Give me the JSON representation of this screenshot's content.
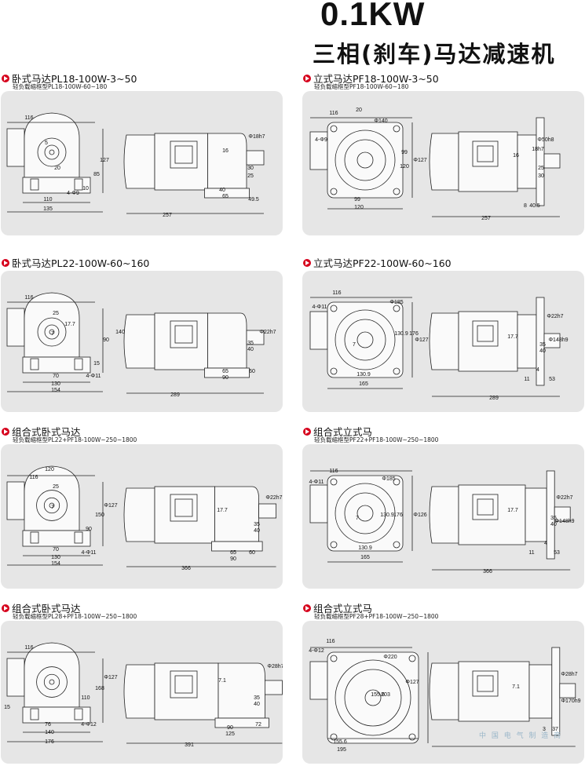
{
  "header": {
    "power": "0.1KW",
    "title": "三相(刹车)马达减速机"
  },
  "sections": [
    {
      "title": "卧式马达PL18-100W-3~50",
      "subtitle": "轻负载缩框型PL18-100W-60~180",
      "dims": [
        "116",
        "5",
        "20",
        "110",
        "135",
        "127",
        "85",
        "10",
        "4-Φ9",
        "257",
        "16",
        "40",
        "65",
        "49.5",
        "Φ18h7",
        "30",
        "25"
      ]
    },
    {
      "title": "立式马达PF18-100W-3~50",
      "subtitle": "轻负载缩框型PF18-100W-60~180",
      "dims": [
        "116",
        "20",
        "Φ140",
        "4-Φ9",
        "99",
        "120",
        "99",
        "120",
        "Φ127",
        "257",
        "40.5",
        "8",
        "30",
        "25",
        "18h7",
        "16",
        "Φ50h8"
      ]
    },
    {
      "title": "卧式马达PL22-100W-60~160",
      "subtitle": "",
      "dims": [
        "116",
        "25",
        "7",
        "17.7",
        "70",
        "130",
        "154",
        "90",
        "140",
        "15",
        "4-Φ11",
        "289",
        "65",
        "90",
        "60",
        "35",
        "40",
        "Φ22h7"
      ]
    },
    {
      "title": "立式马达PF22-100W-60~160",
      "subtitle": "",
      "dims": [
        "116",
        "4-Φ11",
        "Φ185",
        "7",
        "130.9",
        "165",
        "130.9",
        "176",
        "Φ127",
        "289",
        "17.7",
        "11",
        "4",
        "53",
        "35",
        "40",
        "Φ22h7",
        "Φ148h9"
      ]
    },
    {
      "title": "组合式卧式马达",
      "subtitle": "轻负载缩框型PL22+PF18-100W~250~1800",
      "dims": [
        "120",
        "116",
        "25",
        "7",
        "70",
        "130",
        "154",
        "90",
        "150",
        "4-Φ11",
        "Φ127",
        "366",
        "65",
        "90",
        "60",
        "35",
        "40",
        "Φ22h7",
        "17.7"
      ]
    },
    {
      "title": "组合式立式马",
      "subtitle": "轻负载缩框型PF22+PF18-100W~250~1800",
      "dims": [
        "116",
        "4-Φ11",
        "Φ185",
        "7",
        "130.9",
        "165",
        "130.9",
        "176",
        "Φ126",
        "366",
        "17.7",
        "11",
        "4",
        "53",
        "35",
        "40",
        "Φ22h7",
        "Φ148h9"
      ]
    },
    {
      "title": "组合式卧式马达",
      "subtitle": "轻负载缩框型PL28+PF18-100W~250~1800",
      "dims": [
        "116",
        "15",
        "76",
        "140",
        "176",
        "110",
        "168",
        "4-Φ12",
        "Φ127",
        "391",
        "90",
        "125",
        "72",
        "35",
        "40",
        "Φ28h7",
        "7.1"
      ]
    },
    {
      "title": "组合式立式马",
      "subtitle": "轻负载缩框型PF28+PF18-100W~250~1800",
      "dims": [
        "116",
        "4-Φ12",
        "Φ220",
        "155.6",
        "195",
        "155.6",
        "203",
        "Φ127",
        "7.1",
        "3",
        "37",
        "Φ28h7",
        "Φ170h9"
      ]
    }
  ],
  "watermark": "中 国 电 气 制 造 商"
}
